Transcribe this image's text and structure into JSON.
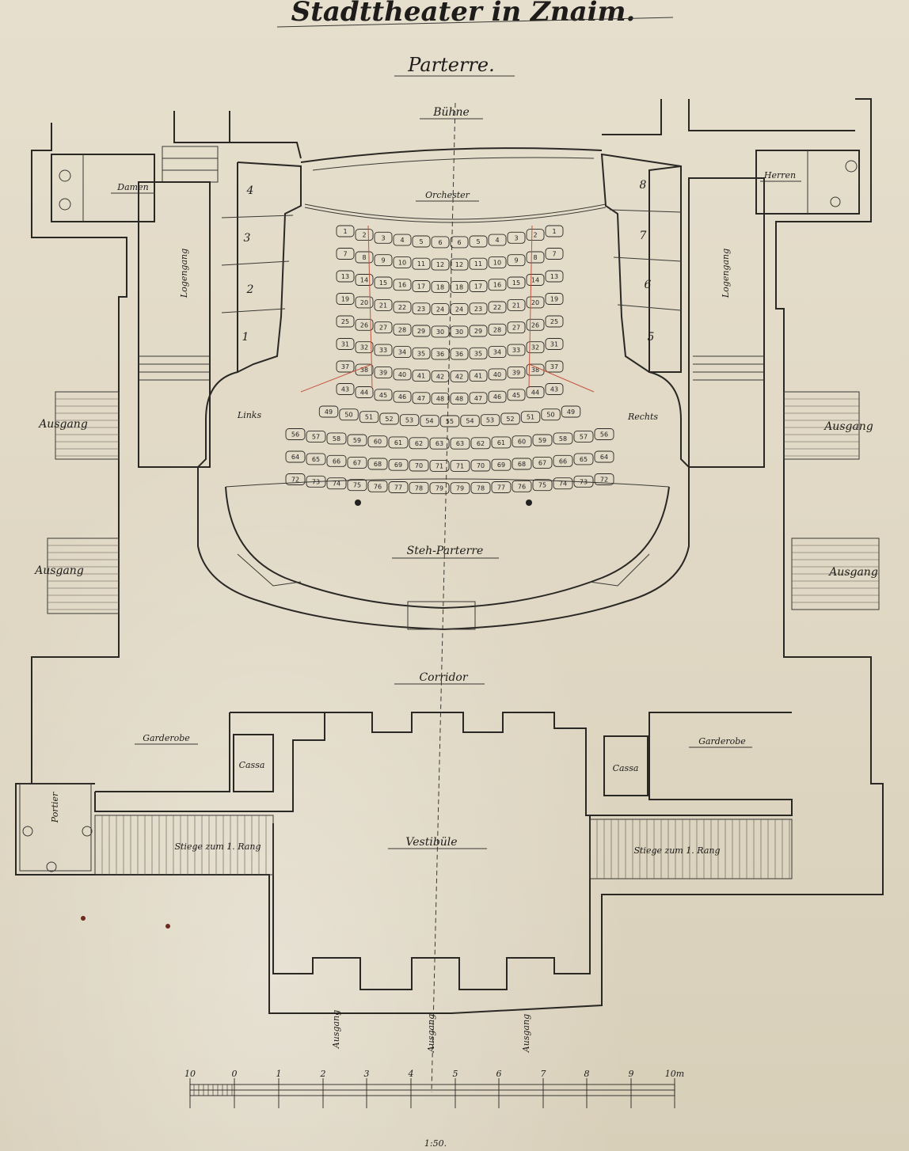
{
  "title": "Stadttheater in Znaim.",
  "subtitle": "Parterre.",
  "rooms": {
    "stage": "Bühne",
    "orchestra": "Orchester",
    "damen": "Damen",
    "herren": "Herren",
    "logengang_left": "Logengang",
    "logengang_right": "Logengang",
    "links": "Links",
    "rechts": "Rechts",
    "ausgang_left_1": "Ausgang",
    "ausgang_left_2": "Ausgang",
    "ausgang_right_1": "Ausgang",
    "ausgang_right_2": "Ausgang",
    "steh_parterre": "Steh-Parterre",
    "corridor": "Corridor",
    "garderobe_left": "Garderobe",
    "garderobe_right": "Garderobe",
    "cassa_left": "Cassa",
    "cassa_right": "Cassa",
    "portier": "Portier",
    "stiege_left": "Stiege zum 1. Rang",
    "stiege_right": "Stiege zum 1. Rang",
    "vestibule": "Vestibüle",
    "exit_bottom_1": "Ausgang",
    "exit_bottom_2": "Ausgang",
    "exit_bottom_3": "Ausgang"
  },
  "boxes_left": [
    "4",
    "3",
    "2",
    "1"
  ],
  "boxes_right": [
    "8",
    "7",
    "6",
    "5"
  ],
  "seat_rows": [
    [
      "1",
      "2",
      "3",
      "4",
      "5",
      "6",
      "6",
      "5",
      "4",
      "3",
      "2",
      "1"
    ],
    [
      "7",
      "8",
      "9",
      "10",
      "11",
      "12",
      "12",
      "11",
      "10",
      "9",
      "8",
      "7"
    ],
    [
      "13",
      "14",
      "15",
      "16",
      "17",
      "18",
      "18",
      "17",
      "16",
      "15",
      "14",
      "13"
    ],
    [
      "19",
      "20",
      "21",
      "22",
      "23",
      "24",
      "24",
      "23",
      "22",
      "21",
      "20",
      "19"
    ],
    [
      "25",
      "26",
      "27",
      "28",
      "29",
      "30",
      "30",
      "29",
      "28",
      "27",
      "26",
      "25"
    ],
    [
      "31",
      "32",
      "33",
      "34",
      "35",
      "36",
      "36",
      "35",
      "34",
      "33",
      "32",
      "31"
    ],
    [
      "37",
      "38",
      "39",
      "40",
      "41",
      "42",
      "42",
      "41",
      "40",
      "39",
      "38",
      "37"
    ],
    [
      "43",
      "44",
      "45",
      "46",
      "47",
      "48",
      "48",
      "47",
      "46",
      "45",
      "44",
      "43"
    ],
    [
      "49",
      "50",
      "51",
      "52",
      "53",
      "54",
      "55",
      "54",
      "53",
      "52",
      "51",
      "50",
      "49"
    ],
    [
      "56",
      "57",
      "58",
      "59",
      "60",
      "61",
      "62",
      "63",
      "63",
      "62",
      "61",
      "60",
      "59",
      "58",
      "57",
      "56"
    ],
    [
      "64",
      "65",
      "66",
      "67",
      "68",
      "69",
      "70",
      "71",
      "71",
      "70",
      "69",
      "68",
      "67",
      "66",
      "65",
      "64"
    ],
    [
      "72",
      "73",
      "74",
      "75",
      "76",
      "77",
      "78",
      "79",
      "79",
      "78",
      "77",
      "76",
      "75",
      "74",
      "73",
      "72"
    ]
  ],
  "scale": {
    "ticks": [
      "10",
      "0",
      "1",
      "2",
      "3",
      "4",
      "5",
      "6",
      "7",
      "8",
      "9",
      "10m"
    ],
    "ratio": "1:50."
  }
}
